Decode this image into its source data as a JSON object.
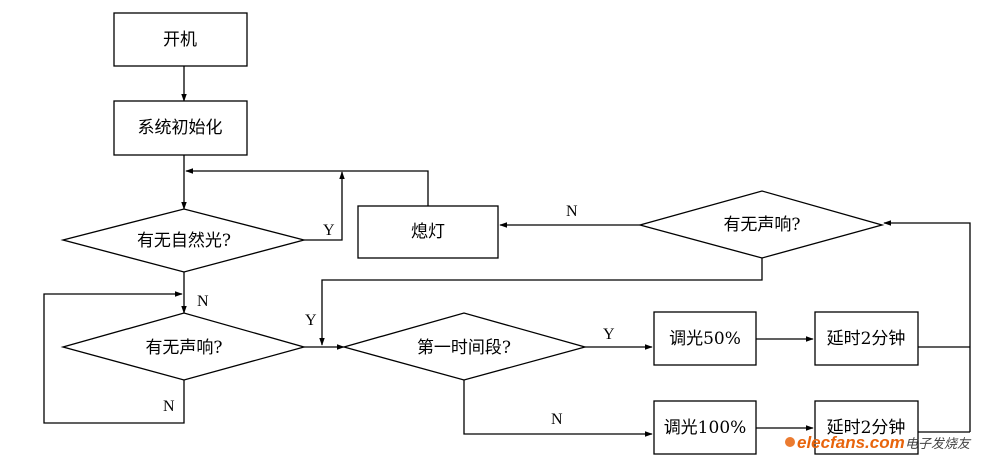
{
  "nodes": {
    "start": "开机",
    "init": "系统初始化",
    "natural_light": "有无自然光?",
    "lights_off": "熄灯",
    "sound_left": "有无声响?",
    "sound_top": "有无声响?",
    "first_period": "第一时间段?",
    "dim50": "调光50%",
    "delay1": "延时2分钟",
    "dim100": "调光100%",
    "delay2": "延时2分钟"
  },
  "edge_labels": {
    "natural_light_yes": "Y",
    "natural_light_no": "N",
    "sound_left_no": "N",
    "sound_top_no": "N",
    "sound_top_yes": "Y",
    "first_period_yes": "Y",
    "first_period_no": "N"
  },
  "watermark": {
    "brand": "elecfans.com",
    "cn": "电子发烧友"
  }
}
